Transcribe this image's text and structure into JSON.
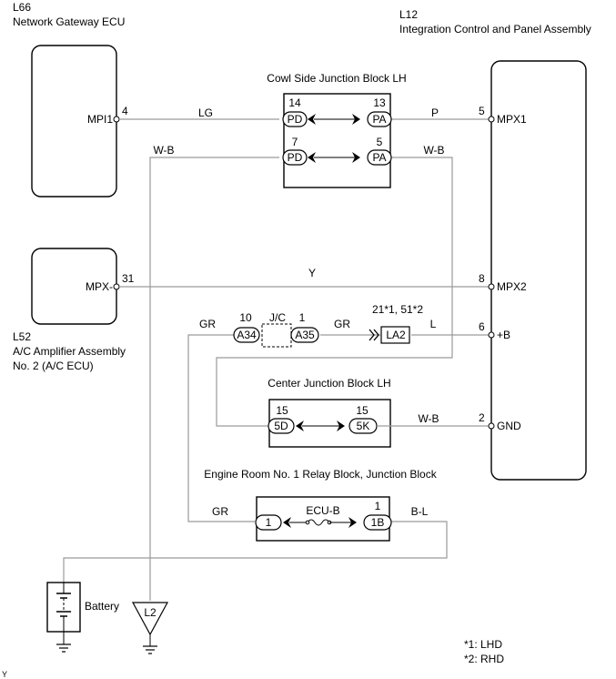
{
  "components": {
    "network_gateway": {
      "code": "L66",
      "name": "Network Gateway ECU"
    },
    "integration_panel": {
      "code": "L12",
      "name": "Integration Control and Panel Assembly"
    },
    "ac_amplifier": {
      "code": "L52",
      "name_line1": "A/C Amplifier Assembly",
      "name_line2": "No. 2 (A/C ECU)"
    },
    "cowl_junction": {
      "name": "Cowl Side Junction Block LH"
    },
    "center_junction": {
      "name": "Center Junction Block LH"
    },
    "engine_relay": {
      "name": "Engine Room No. 1 Relay Block, Junction Block"
    },
    "jc": {
      "name": "J/C"
    },
    "battery": {
      "name": "Battery"
    },
    "ground_l2": {
      "name": "L2"
    }
  },
  "pins": {
    "mpi1": {
      "name": "MPI1",
      "num": "4"
    },
    "mpx1": {
      "name": "MPX1",
      "num": "5"
    },
    "mpx2": {
      "name": "MPX2",
      "num": "8"
    },
    "plus_b": {
      "name": "+B",
      "num": "6"
    },
    "gnd": {
      "name": "GND",
      "num": "2"
    },
    "mpx_minus": {
      "name": "MPX-",
      "num": "31"
    }
  },
  "connectors": {
    "pd14": {
      "label": "PD",
      "num": "14"
    },
    "pa13": {
      "label": "PA",
      "num": "13"
    },
    "pd7": {
      "label": "PD",
      "num": "7"
    },
    "pa5": {
      "label": "PA",
      "num": "5"
    },
    "a34": {
      "label": "A34",
      "num": "10"
    },
    "a35": {
      "label": "A35",
      "num": "1"
    },
    "la2": {
      "label": "LA2",
      "num": "21*1, 51*2"
    },
    "c5d": {
      "label": "5D",
      "num": "15"
    },
    "c5k": {
      "label": "5K",
      "num": "15"
    },
    "c1": {
      "label": "1"
    },
    "c1b": {
      "label": "1B",
      "num": "1"
    },
    "fuse": {
      "label": "ECU-B"
    }
  },
  "wires": {
    "lg": "LG",
    "p": "P",
    "wb_left": "W-B",
    "wb_right": "W-B",
    "y": "Y",
    "gr_left": "GR",
    "gr_mid": "GR",
    "l": "L",
    "wb_gnd": "W-B",
    "gr_bottom": "GR",
    "bl": "B-L"
  },
  "notes": {
    "n1": "*1: LHD",
    "n2": "*2: RHD"
  },
  "footer": "Y"
}
